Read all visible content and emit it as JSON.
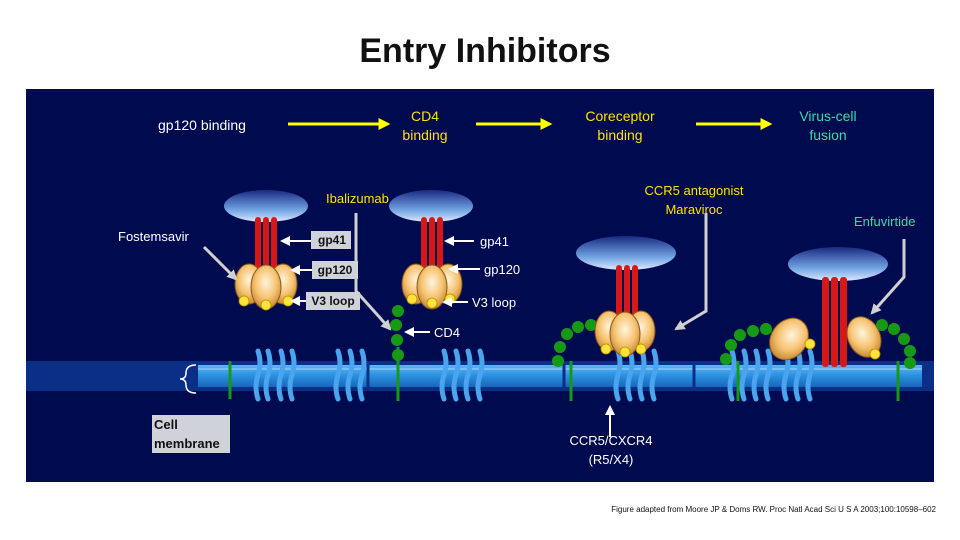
{
  "title": "Entry Inhibitors",
  "steps": {
    "gp120": "gp120 binding",
    "cd4": [
      "CD4",
      "binding"
    ],
    "coreceptor": [
      "Coreceptor",
      "binding"
    ],
    "fusion": [
      "Virus-cell",
      "fusion"
    ]
  },
  "drugs": {
    "fostemsavir": "Fostemsavir",
    "ibalizumab": "Ibalizumab",
    "ccr5_antagonist": [
      "CCR5 antagonist",
      "Maraviroc"
    ],
    "enfuvirtide": "Enfuvirtide"
  },
  "labels": {
    "gp41": "gp41",
    "gp120": "gp120",
    "v3loop": "V3 loop",
    "cd4": "CD4",
    "coreceptor": [
      "CCR5/CXCR4",
      "(R5/X4)"
    ],
    "cell_membrane": [
      "Cell",
      "membrane"
    ]
  },
  "caption": "Figure adapted from Moore JP & Doms RW. Proc Natl Acad Sci U S A 2003;100:10598–602",
  "colors": {
    "panel": "#000a4e",
    "step_text": "#ffe100",
    "drug_text": "#39dba6",
    "arrow": "#ffff00",
    "membrane": "#2a8fe0",
    "gp41": "#d81818",
    "gp120": "#f6c270",
    "v3": "#ffe23a",
    "cd4": "#169a16"
  }
}
